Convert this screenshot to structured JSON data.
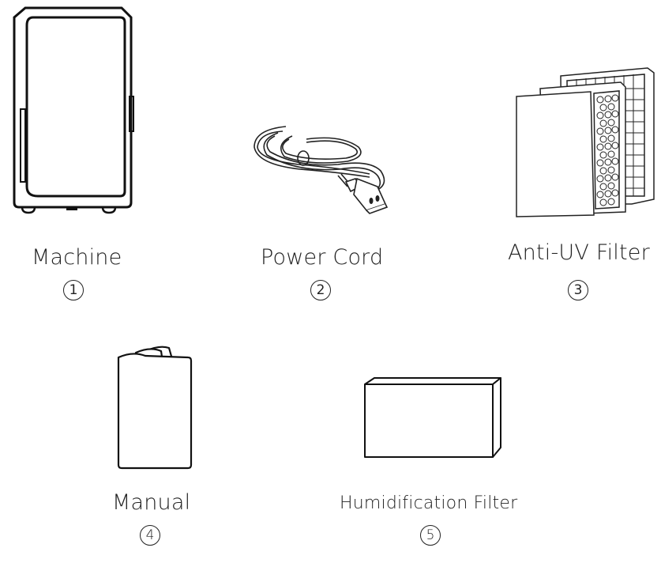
{
  "items": [
    {
      "label": "Machine",
      "number": "1"
    },
    {
      "label": "Power Cord",
      "number": "2"
    },
    {
      "label": "Anti-UV Filter",
      "number": "3"
    },
    {
      "label": "Manual",
      "number": "4"
    },
    {
      "label": "Humidification Filter",
      "number": "5"
    }
  ]
}
